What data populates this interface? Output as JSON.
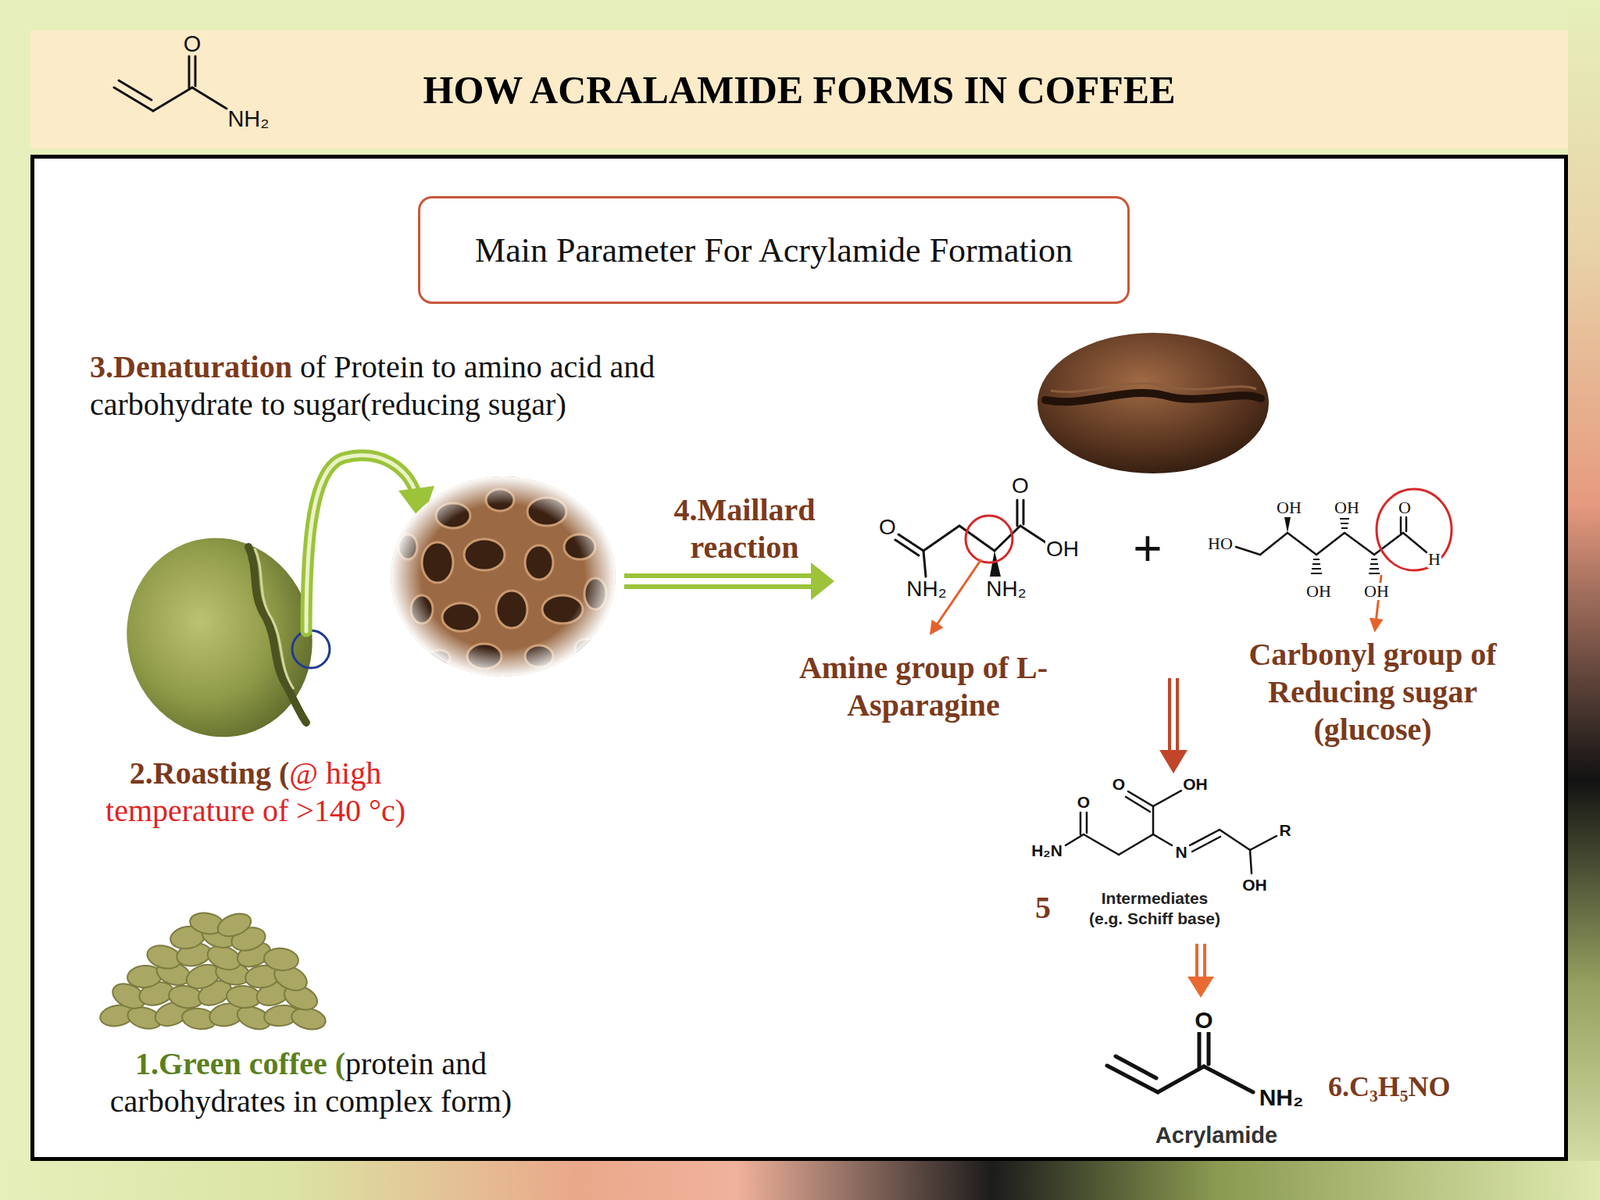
{
  "diagram": {
    "title": "HOW ACRALAMIDE FORMS IN COFFEE",
    "nodes": [
      {
        "text": [
          "Main Parameter For Acrylamide Formation"
        ]
      }
    ],
    "labels": [
      "O",
      "NH₂",
      "3.Denaturation",
      "of Protein to amino acid and carbohydrate to sugar(reducing sugar)",
      "4.Maillard reaction",
      "O",
      "O",
      "OH",
      "NH₂",
      "NH₂",
      "+",
      "OH",
      "OH",
      "O",
      "HO",
      "H",
      "OH",
      "OH",
      "Amine group of L-Asparagine",
      "Carbonyl group of Reducing sugar (glucose)",
      "2.Roasting (",
      "@ high temperature of >140 °c)",
      "O",
      "OH",
      "O",
      "R",
      "H₂N",
      "N",
      "OH",
      "5",
      "Intermediates (e.g. Schiff base)",
      "O",
      "NH₂",
      "6.C₃H₅NO",
      "Acrylamide",
      "1.Green coffee (",
      "protein and carbohydrates in complex form)"
    ]
  }
}
